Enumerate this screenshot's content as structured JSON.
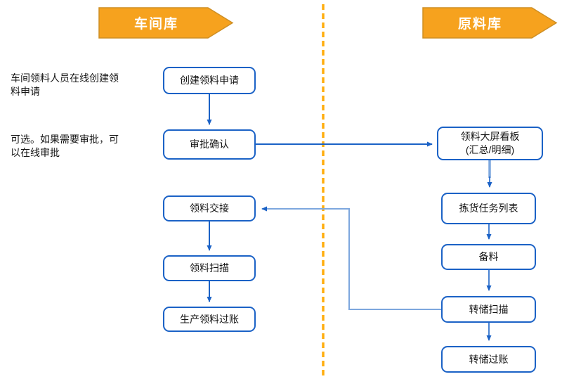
{
  "diagram": {
    "title": "material-requisition-flowchart",
    "left_lane": {
      "banner": "车间库",
      "notes": [
        "车间领料人员在线创建领\n料申请",
        "可选。如果需要审批，可\n以在线审批"
      ],
      "steps": [
        "创建领料申请",
        "审批确认",
        "领料交接",
        "领料扫描",
        "生产领料过账"
      ]
    },
    "right_lane": {
      "banner": "原料库",
      "steps": [
        "领料大屏看板\n(汇总/明细)",
        "拣货任务列表",
        "备料",
        "转储扫描",
        "转储过账"
      ]
    },
    "colors": {
      "banner_fill": "#F6A21E",
      "banner_border": "#CE8F25",
      "box_border": "#1B62C6",
      "connector_dark": "#1B62C6",
      "connector_light": "#7DA7DE",
      "divider_dashed": "#FFAD0D",
      "text": "#141414",
      "banner_text": "#FFFFFF"
    }
  }
}
